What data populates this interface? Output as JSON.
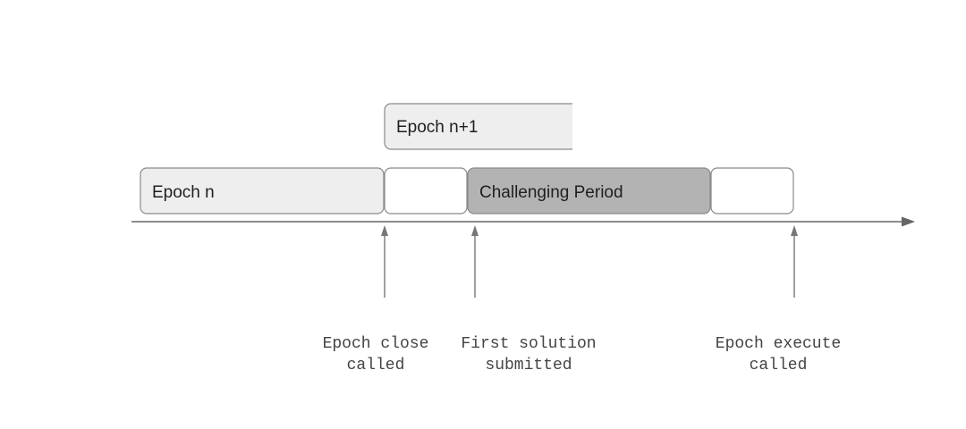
{
  "diagram": {
    "epoch_n_label": "Epoch n",
    "epoch_n1_label": "Epoch n+1",
    "challenging_label": "Challenging Period",
    "annotations": {
      "epoch_close": {
        "line1": "Epoch close",
        "line2": "called"
      },
      "first_solution": {
        "line1": "First solution",
        "line2": "submitted"
      },
      "epoch_execute": {
        "line1": "Epoch execute",
        "line2": "called"
      }
    },
    "colors": {
      "light_box": "#eeeeee",
      "dark_box": "#b3b3b3",
      "white_box": "#ffffff",
      "border": "#8a8a8a",
      "axis": "#666666"
    }
  }
}
